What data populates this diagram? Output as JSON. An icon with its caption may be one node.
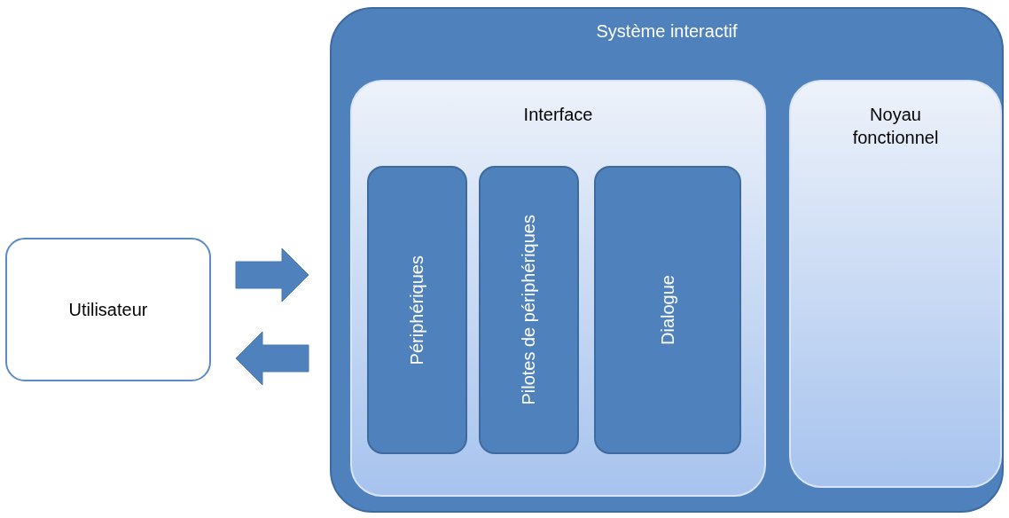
{
  "diagram": {
    "nodes": [
      {
        "text": [
          "Utilisateur"
        ]
      },
      {
        "text": [
          "Système interactif"
        ]
      },
      {
        "text": [
          "Interface"
        ],
        "in": 1
      },
      {
        "text": [
          "Périphériques"
        ],
        "in": 2
      },
      {
        "text": [
          "Pilotes de périphériques"
        ],
        "in": 2
      },
      {
        "text": [
          "Dialogue"
        ],
        "in": 2
      },
      {
        "text": [
          "Noyau fonctionnel"
        ],
        "in": 1
      }
    ],
    "edges": [
      {
        "from": 0,
        "to": 1,
        "arrow": "to",
        "style": "thick"
      },
      {
        "from": 1,
        "to": 0,
        "arrow": "to",
        "style": "thick"
      }
    ]
  }
}
